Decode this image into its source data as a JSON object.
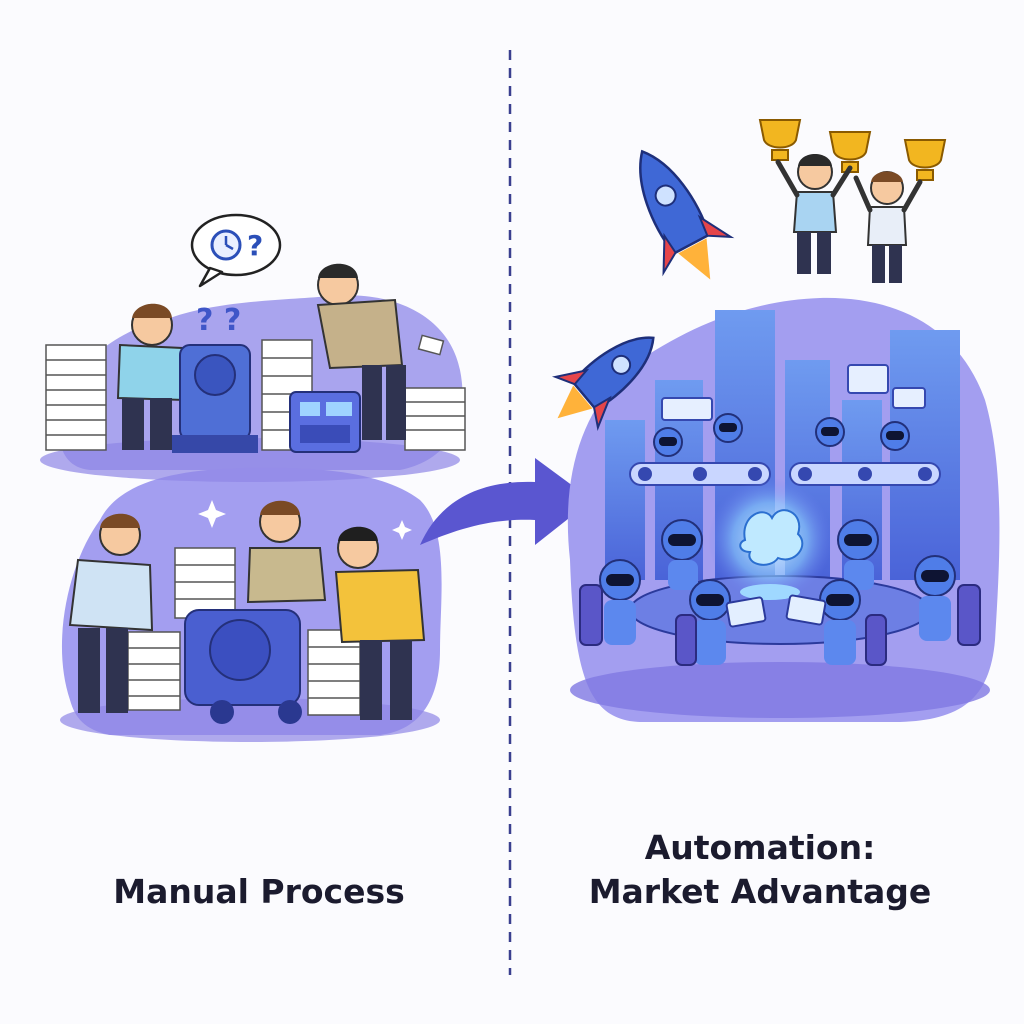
{
  "left_panel": {
    "caption": "Manual Process",
    "speech_bubble_mark": "?",
    "floating_marks": "? ?"
  },
  "right_panel": {
    "caption_line1": "Automation:",
    "caption_line2": "Market Advantage"
  },
  "colors": {
    "background": "#fbfbfe",
    "purple_blob": "#a9a4ee",
    "purple_deep": "#5a56d0",
    "robot_blue": "#4f7de8",
    "city_blue": "#5e86e6",
    "rocket_red": "#e5454a",
    "trophy_gold": "#f2b620",
    "divider": "#3a3f8f",
    "caption_text": "#1b1b2e"
  },
  "icons": [
    "clock-icon",
    "question-mark-icon",
    "brain-hologram-icon",
    "rocket-icon",
    "trophy-icon",
    "robot-icon",
    "arrow-icon"
  ]
}
